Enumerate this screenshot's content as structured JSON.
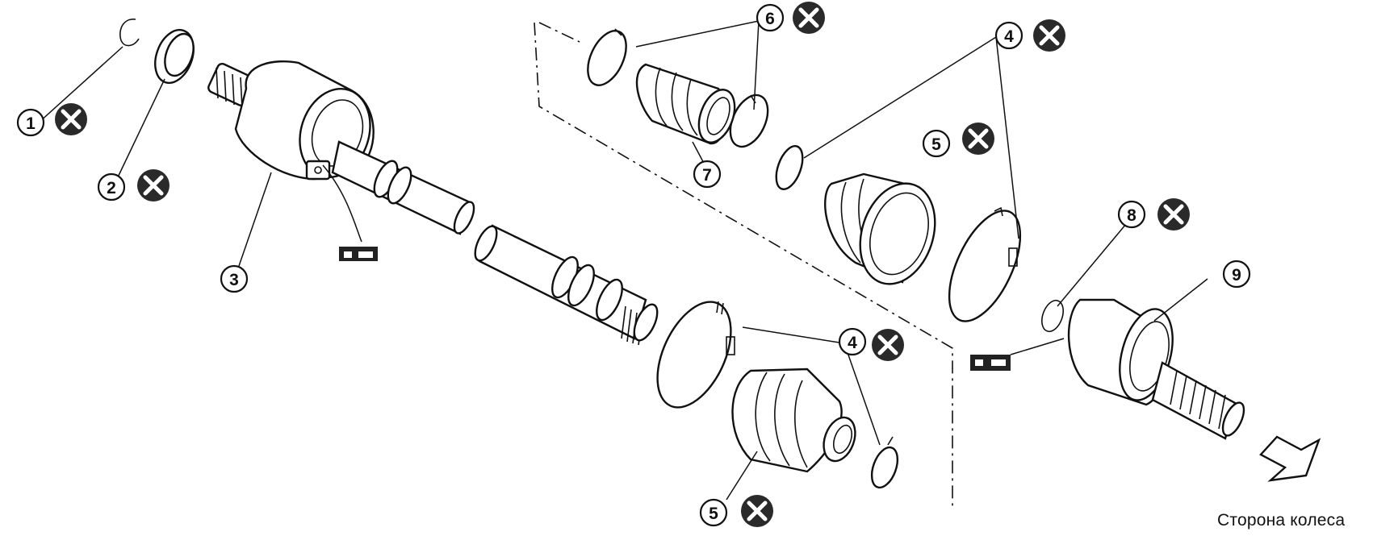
{
  "callouts": [
    {
      "id": "c1",
      "number": "1",
      "replace": true
    },
    {
      "id": "c2",
      "number": "2",
      "replace": true
    },
    {
      "id": "c3",
      "number": "3",
      "replace": false
    },
    {
      "id": "c4a",
      "number": "4",
      "replace": true
    },
    {
      "id": "c4b",
      "number": "4",
      "replace": true
    },
    {
      "id": "c5a",
      "number": "5",
      "replace": true
    },
    {
      "id": "c5b",
      "number": "5",
      "replace": true
    },
    {
      "id": "c6",
      "number": "6",
      "replace": true
    },
    {
      "id": "c7",
      "number": "7",
      "replace": false
    },
    {
      "id": "c8",
      "number": "8",
      "replace": true
    },
    {
      "id": "c9",
      "number": "9",
      "replace": false
    }
  ],
  "grease_symbol_count": 2,
  "direction_label": "Сторона колеса",
  "colors": {
    "line": "#111111",
    "badge": "#2a2a2a",
    "background": "#ffffff"
  }
}
